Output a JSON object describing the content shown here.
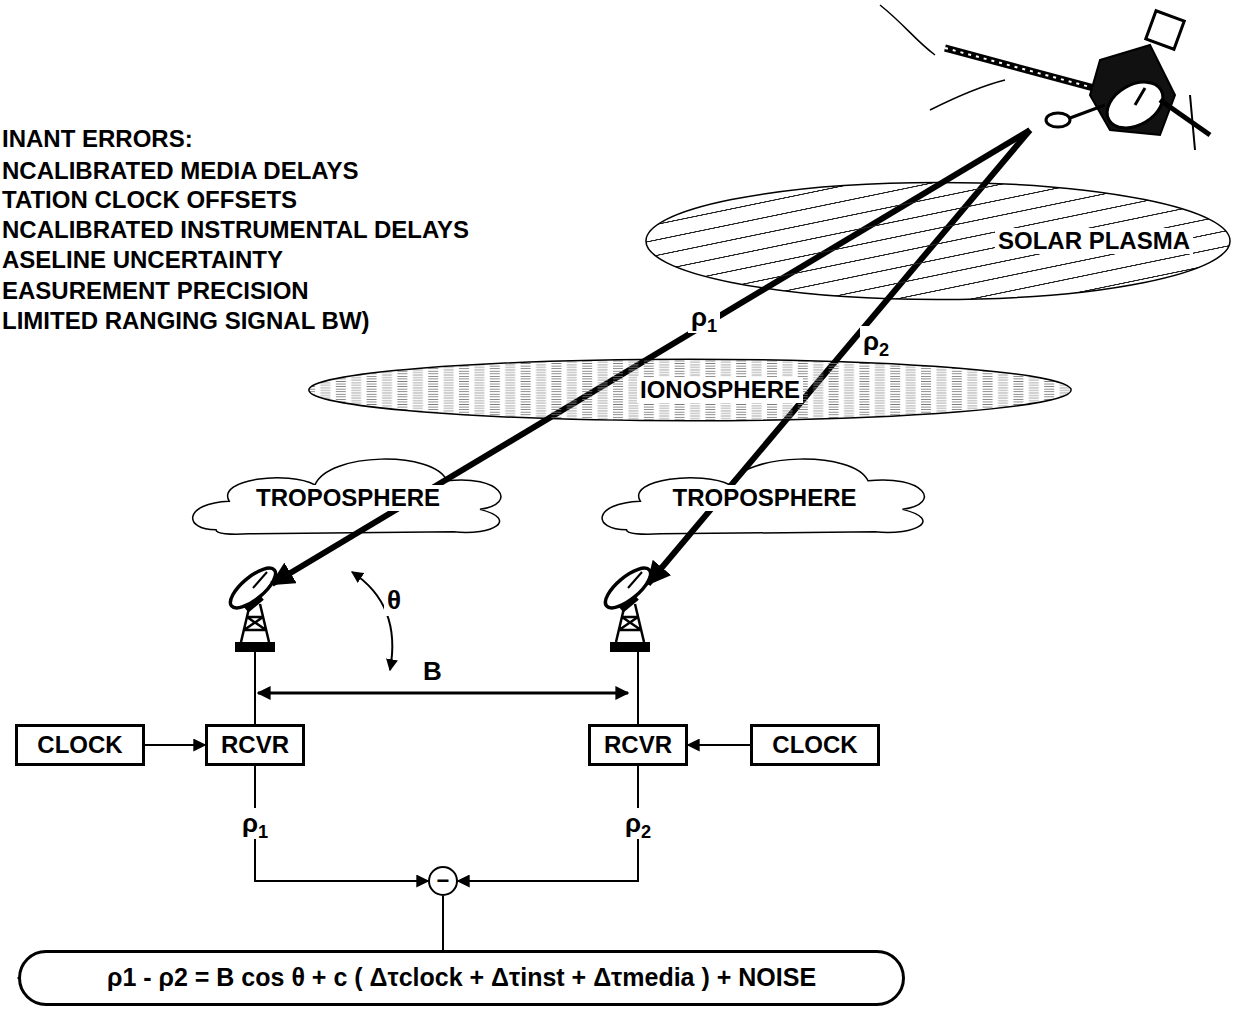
{
  "diagram": {
    "nodes": [
      {
        "text": [
          "SOLAR PLASMA"
        ]
      },
      {
        "text": [
          "IONOSPHERE"
        ]
      },
      {
        "text": [
          "TROPOSPHERE"
        ]
      },
      {
        "text": [
          "TROPOSPHERE"
        ]
      },
      {
        "text": [
          "CLOCK"
        ]
      },
      {
        "text": [
          "RCVR"
        ]
      },
      {
        "text": [
          "RCVR"
        ]
      },
      {
        "text": [
          "CLOCK"
        ]
      },
      {
        "text": [
          "−"
        ]
      },
      {
        "text": [
          "ρ1 - ρ2 = B cos θ + c ( Δτclock + Δτinst + Δτmedia ) + NOISE"
        ]
      }
    ],
    "edges": [
      {
        "from": 4,
        "to": 5,
        "arrow": "to"
      },
      {
        "from": 7,
        "to": 6,
        "arrow": "to"
      },
      {
        "from": 5,
        "to": 8,
        "label": "ρ1",
        "arrow": "to"
      },
      {
        "from": 6,
        "to": 8,
        "label": "ρ2",
        "arrow": "to"
      },
      {
        "from": 8,
        "to": 9,
        "arrow": "to"
      }
    ],
    "labels": [
      "INANT ERRORS:",
      "NCALIBRATED MEDIA DELAYS",
      "TATION CLOCK OFFSETS",
      "NCALIBRATED INSTRUMENTAL DELAYS",
      "ASELINE UNCERTAINTY",
      "EASUREMENT PRECISION",
      "LIMITED RANGING SIGNAL BW)",
      "ρ1",
      "ρ2",
      "B",
      "θ"
    ]
  }
}
